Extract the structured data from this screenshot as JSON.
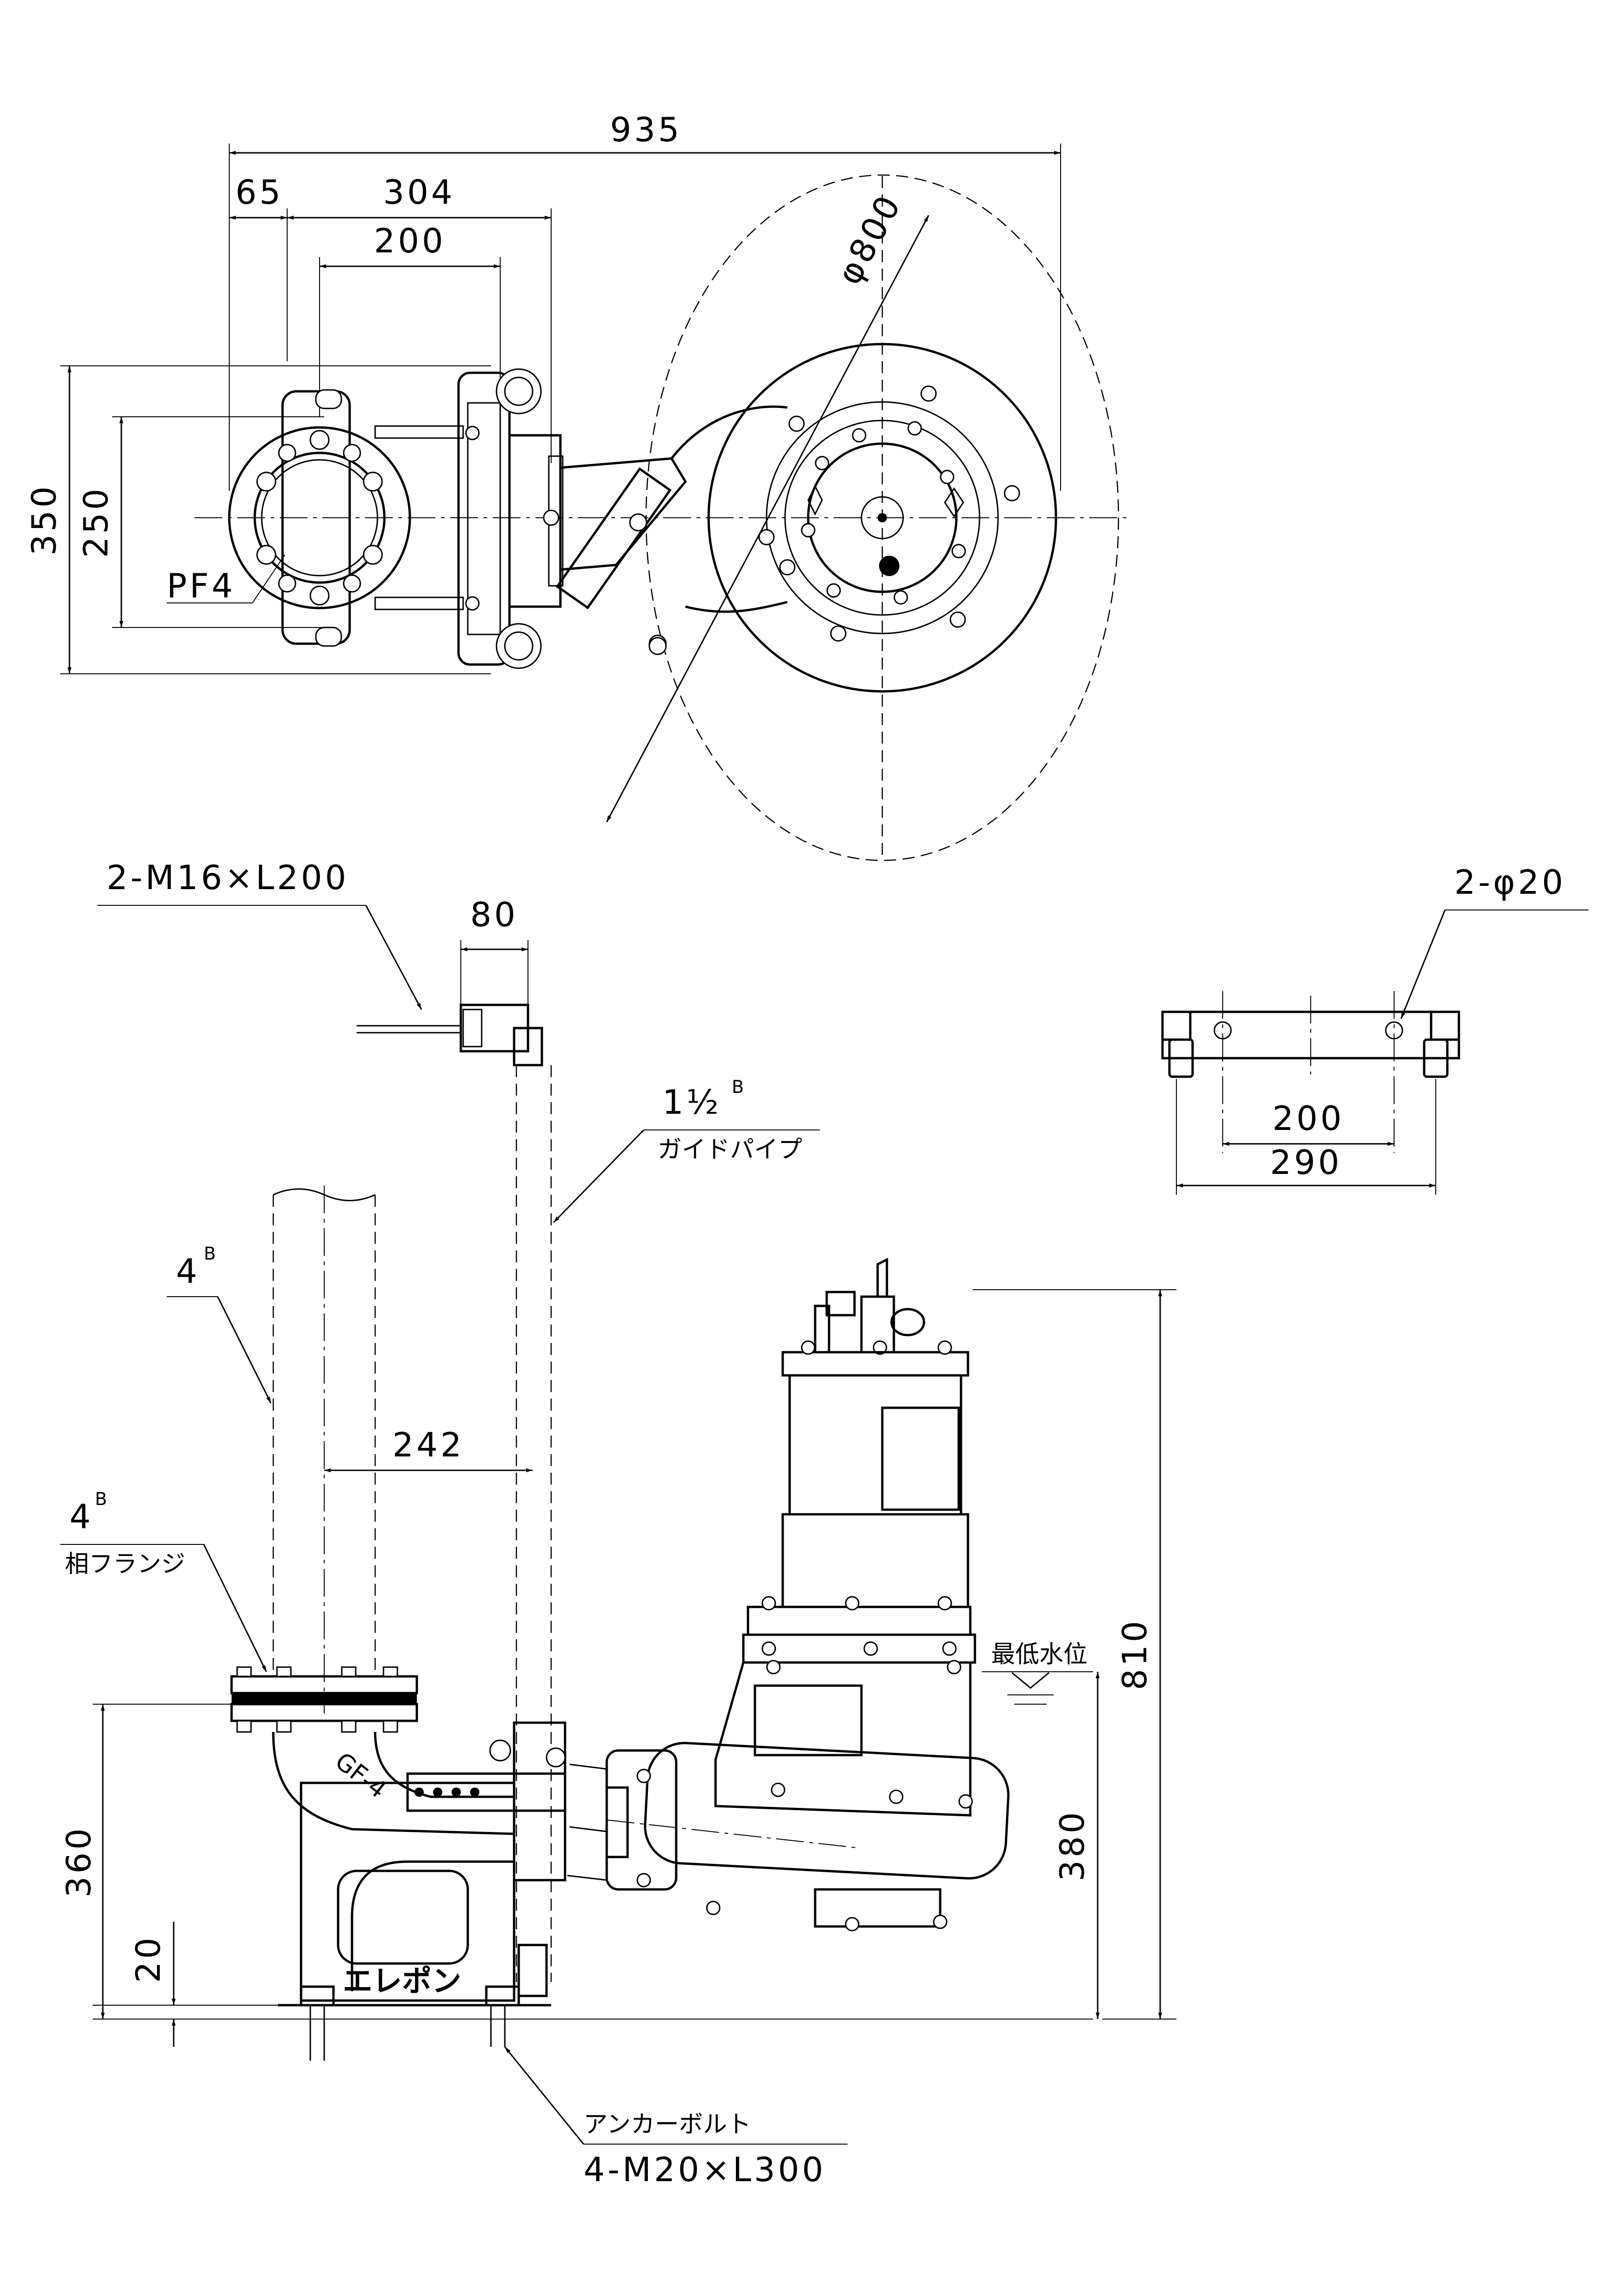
{
  "top_view": {
    "dim_overall_width": "935",
    "dim_65": "65",
    "dim_304": "304",
    "dim_200": "200",
    "dim_diameter": "φ800",
    "dim_height_350": "350",
    "dim_height_250": "250",
    "label_thread": "PF4"
  },
  "side_view": {
    "bolt_spec": "2-M16×L200",
    "dim_80": "80",
    "guide_pipe_size": "1½",
    "guide_pipe_size_sup": "B",
    "guide_pipe_label": "ガイドパイプ",
    "pipe_4b": "4",
    "pipe_4b_sup": "B",
    "dim_242": "242",
    "flange_size": "4",
    "flange_size_sup": "B",
    "flange_label": "相フランジ",
    "casting_mark": "GF-4",
    "brand_mark": "エレポン",
    "dim_360": "360",
    "dim_20": "20",
    "dim_380": "380",
    "dim_810": "810",
    "water_level_label": "最低水位",
    "anchor_label": "アンカーボルト",
    "anchor_spec": "4-M20×L300"
  },
  "bracket_view": {
    "hole_spec": "2-φ20",
    "dim_200": "200",
    "dim_290": "290"
  }
}
